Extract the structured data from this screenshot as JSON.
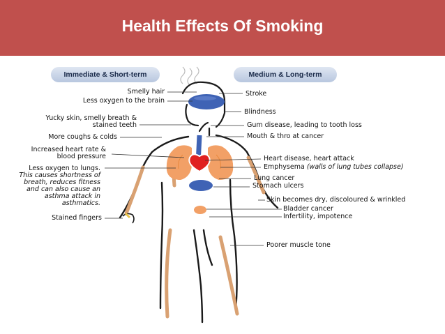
{
  "title": "Health Effects Of Smoking",
  "headers": {
    "left": "Immediate & Short-term",
    "right": "Medium & Long-term"
  },
  "left_labels": [
    "Smelly hair",
    "Less oxygen to the brain",
    "Yucky skin, smelly breath &\nstained teeth",
    "More coughs & colds",
    "Increased heart rate &\nblood pressure",
    "Less oxygen to lungs.",
    "This causes shortness of\nbreath, reduces fitness\nand can also cause an\nasthma attack in\nasthmatics.",
    "Stained fingers"
  ],
  "right_labels": [
    "Stroke",
    "Blindness",
    "Gum disease, leading to tooth loss",
    "Mouth & thro at cancer",
    "Heart disease, heart attack",
    "Emphysema",
    "(walls of lung tubes collapse)",
    "Lung cancer",
    "Stomach ulcers",
    "Skin becomes dry, discoloured & wrinkled",
    "Bladder cancer",
    "Infertility, impotence",
    "Poorer muscle tone"
  ],
  "colors": {
    "header": "#c0504d",
    "organ_blue": "#3f63b5",
    "lungs": "#f2a066",
    "heart": "#e02020",
    "skin_tan": "#d9a172"
  }
}
